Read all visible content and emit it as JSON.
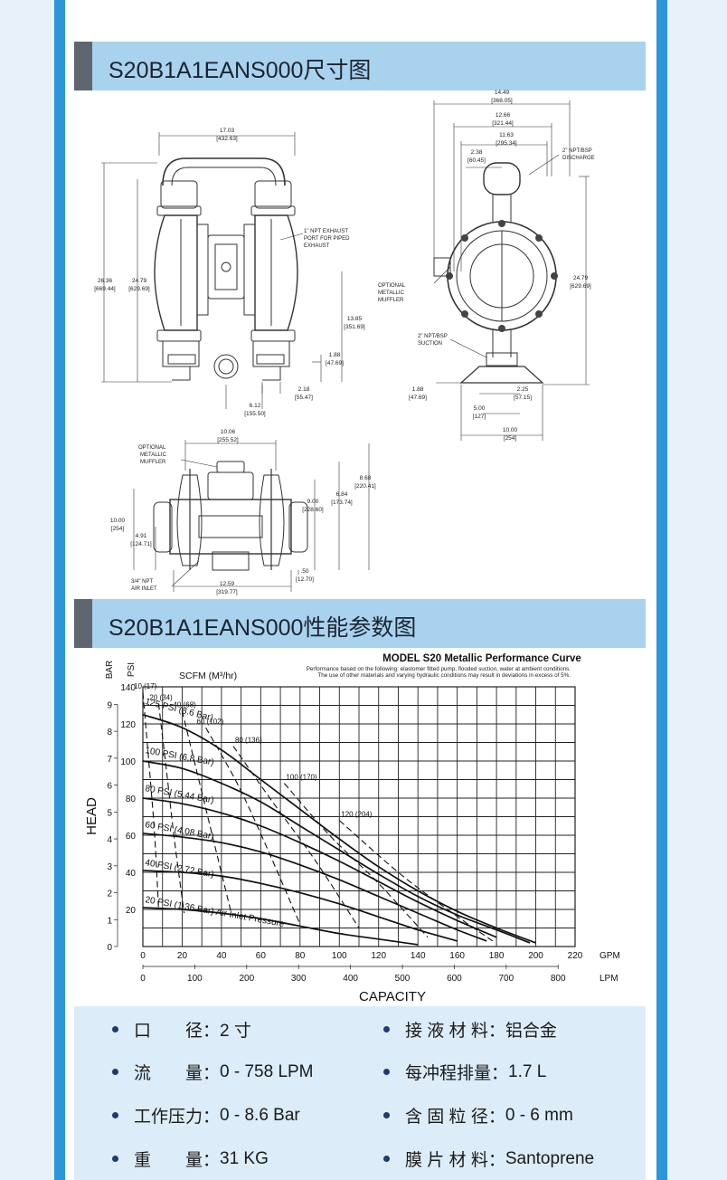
{
  "colors": {
    "frame": "#2d96d9",
    "header_bg": "#a9d2ee",
    "header_bar": "#5f6670",
    "spec_bg": "#dcecf8",
    "bullet": "#1e3a70"
  },
  "section1": {
    "title": "S20B1A1EANS000尺寸图"
  },
  "section2": {
    "title": "S20B1A1EANS000性能参数图"
  },
  "front_view": {
    "dims": [
      {
        "in": "17.03",
        "mm": "[432.63]"
      },
      {
        "in": "26.36",
        "mm": "[669.44]"
      },
      {
        "in": "24.79",
        "mm": "[629.69]"
      },
      {
        "in": "13.85",
        "mm": "[351.69]"
      },
      {
        "in": "1.88",
        "mm": "[47.69]"
      },
      {
        "in": "2.18",
        "mm": "[55.47]"
      },
      {
        "in": "6.12",
        "mm": "[155.50]"
      }
    ],
    "note_exhaust": [
      "1\" NPT EXHAUST",
      "PORT FOR PIPED",
      "EXHAUST"
    ]
  },
  "side_view": {
    "dims": [
      {
        "in": "14.49",
        "mm": "[368.05]"
      },
      {
        "in": "12.66",
        "mm": "[321.44]"
      },
      {
        "in": "11.63",
        "mm": "[295.34]"
      },
      {
        "in": "2.38",
        "mm": "[60.45]"
      },
      {
        "in": "24.79",
        "mm": "[629.69]"
      },
      {
        "in": "1.88",
        "mm": "[47.69]"
      },
      {
        "in": "2.25",
        "mm": "[57.15]"
      },
      {
        "in": "5.00",
        "mm": "[127]"
      },
      {
        "in": "10.00",
        "mm": "[254]"
      }
    ],
    "note_discharge": [
      "2\" NPT/BSP",
      "DISCHARGE"
    ],
    "note_muffler": [
      "OPTIONAL",
      "METALLIC",
      "MUFFLER"
    ],
    "note_suction": [
      "2\" NPT/BSP",
      "SUCTION"
    ]
  },
  "top_view": {
    "dims": [
      {
        "in": "10.06",
        "mm": "[255.52]"
      },
      {
        "in": "8.68",
        "mm": "[220.41]"
      },
      {
        "in": "6.84",
        "mm": "[173.74]"
      },
      {
        "in": "9.00",
        "mm": "[228.60]"
      },
      {
        "in": "10.00",
        "mm": "[254]"
      },
      {
        "in": "4.91",
        "mm": "[124.71]"
      },
      {
        "in": ".50",
        "mm": "[12.70]"
      },
      {
        "in": "12.59",
        "mm": "[319.77]"
      }
    ],
    "note_muffler": [
      "OPTIONAL",
      "METALLIC",
      "MUFFLER"
    ],
    "note_air": [
      "3/4\" NPT",
      "AIR INLET"
    ]
  },
  "chart_data": {
    "type": "line",
    "title": "MODEL S20 Metallic Performance Curve",
    "subtitle_lines": [
      "Performance based on the following: elastomer fitted pump, flooded suction, water at ambient conditions.",
      "The use of other materials and varying hydraulic conditions may result in deviations in excess of 5%."
    ],
    "xlabel": "CAPACITY",
    "ylabel": "HEAD",
    "x_unit_gpm": "GPM",
    "x_unit_lpm": "LPM",
    "y_unit_psi": "PSI",
    "y_unit_bar": "BAR",
    "scfm_label": "SCFM (M³/hr)",
    "xlim_gpm": [
      0,
      220
    ],
    "ylim_psi": [
      0,
      140
    ],
    "x_ticks_gpm": [
      "0",
      "20",
      "40",
      "60",
      "80",
      "100",
      "120",
      "140",
      "160",
      "180",
      "200",
      "220"
    ],
    "x_ticks_lpm": [
      "0",
      "100",
      "200",
      "300",
      "400",
      "500",
      "600",
      "700",
      "800"
    ],
    "y_ticks_psi": [
      "20",
      "40",
      "60",
      "80",
      "100",
      "120",
      "140"
    ],
    "y_ticks_bar": [
      "0",
      "1",
      "2",
      "3",
      "4",
      "5",
      "6",
      "7",
      "8",
      "9"
    ],
    "grid": true,
    "series": [
      {
        "name": "125 PSI (8.6 Bar)",
        "x": [
          0,
          20,
          40,
          60,
          80,
          100,
          120,
          140,
          160,
          180,
          200
        ],
        "y": [
          125,
          118,
          106,
          90,
          74,
          58,
          43,
          30,
          19,
          10,
          2
        ]
      },
      {
        "name": "100 PSI (6.8 Bar)",
        "x": [
          0,
          20,
          40,
          60,
          80,
          100,
          120,
          140,
          160,
          180,
          197
        ],
        "y": [
          100,
          96,
          88,
          78,
          65,
          52,
          39,
          27,
          17,
          9,
          2
        ]
      },
      {
        "name": "80 PSI (5.44 Bar)",
        "x": [
          0,
          20,
          40,
          60,
          80,
          100,
          120,
          140,
          160,
          180
        ],
        "y": [
          80,
          77,
          72,
          65,
          56,
          46,
          35,
          24,
          14,
          5
        ]
      },
      {
        "name": "60 PSI (4.08 Bar)",
        "x": [
          0,
          20,
          40,
          60,
          80,
          100,
          120,
          140,
          160,
          175
        ],
        "y": [
          61,
          59,
          56,
          51,
          44,
          36,
          27,
          18,
          9,
          3
        ]
      },
      {
        "name": "40 PSI (2.72 Bar)",
        "x": [
          0,
          20,
          40,
          60,
          80,
          100,
          120,
          140,
          160
        ],
        "y": [
          41,
          40,
          38,
          34,
          29,
          23,
          16,
          9,
          3
        ]
      },
      {
        "name": "20 PSI (1.36 Bar) Air Inlet Pressure",
        "x": [
          0,
          20,
          40,
          60,
          80,
          100,
          120,
          140
        ],
        "y": [
          21,
          20,
          18,
          15,
          11,
          7,
          4,
          1
        ]
      }
    ],
    "air_curves": [
      {
        "name": "10 (17)",
        "x": [
          0,
          3,
          6,
          8
        ],
        "y": [
          137,
          100,
          60,
          20
        ]
      },
      {
        "name": "20 (34)",
        "x": [
          8,
          12,
          16,
          21
        ],
        "y": [
          131,
          95,
          58,
          18
        ]
      },
      {
        "name": "40 (68)",
        "x": [
          20,
          28,
          36,
          45
        ],
        "y": [
          127,
          92,
          57,
          18
        ]
      },
      {
        "name": "60 (102)",
        "x": [
          32,
          48,
          62,
          80
        ],
        "y": [
          118,
          88,
          56,
          12
        ]
      },
      {
        "name": "80 (136)",
        "x": [
          46,
          66,
          88,
          110
        ],
        "y": [
          108,
          78,
          46,
          10
        ]
      },
      {
        "name": "100 (170)",
        "x": [
          72,
          95,
          120,
          145
        ],
        "y": [
          88,
          60,
          34,
          5
        ]
      },
      {
        "name": "120 (204)",
        "x": [
          100,
          130,
          155,
          178
        ],
        "y": [
          68,
          40,
          20,
          3
        ]
      }
    ]
  },
  "specs": [
    {
      "label": "口　　径：",
      "value": "2 寸"
    },
    {
      "label": "接 液 材 料：",
      "value": "铝合金"
    },
    {
      "label": "流　　量：",
      "value": "0 - 758 LPM"
    },
    {
      "label": "每冲程排量：",
      "value": "1.7 L"
    },
    {
      "label": "工作压力：",
      "value": "0 - 8.6 Bar"
    },
    {
      "label": "含 固 粒 径：",
      "value": "0 - 6 mm"
    },
    {
      "label": "重　　量：",
      "value": "31 KG"
    },
    {
      "label": "膜 片 材 料：",
      "value": "Santoprene"
    }
  ]
}
